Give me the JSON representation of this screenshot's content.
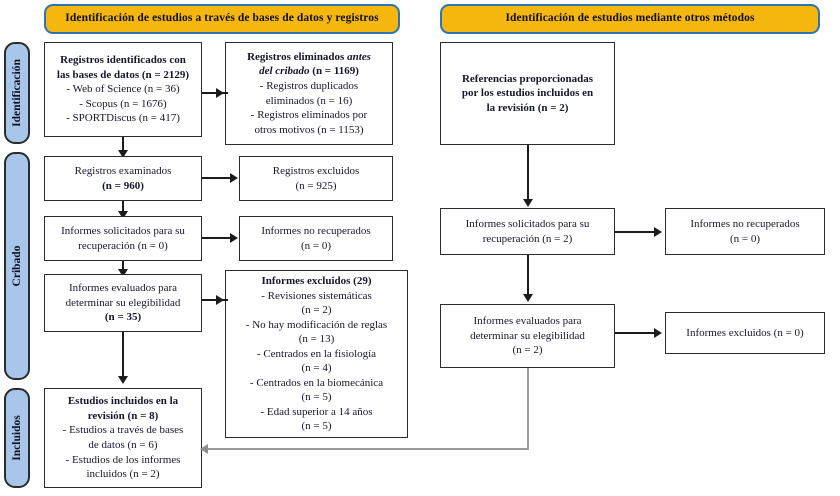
{
  "diagram": {
    "title": "Diagrama de flujo PRISMA",
    "colors": {
      "header_fill": "#f5b60d",
      "header_border": "#2e74b5",
      "stage_fill": "#a7c6ea",
      "stage_border": "#2b2b2b",
      "box_border": "#2b2b2b",
      "connector": "#1c1c1c",
      "connector_gray": "#9a9a9a"
    }
  },
  "headers": [
    {
      "id": "header-databases",
      "label": "Identificación de estudios a través de bases de datos y registros"
    },
    {
      "id": "header-other-methods",
      "label": "Identificación de estudios mediante otros métodos"
    }
  ],
  "stages": [
    {
      "id": "stage-identificacion",
      "label": "Identificación"
    },
    {
      "id": "stage-cribado",
      "label": "Cribado"
    },
    {
      "id": "stage-incluidos",
      "label": "Incluidos"
    }
  ],
  "boxes": {
    "records_identified": {
      "lines": [
        {
          "text": "Registros identificados con",
          "style": "bold"
        },
        {
          "text": "las bases de datos (n = 2129)",
          "style": "bold"
        },
        {
          "text": "- Web of Science (n = 36)",
          "style": "normal"
        },
        {
          "text": "- Scopus (n = 1676)",
          "style": "normal"
        },
        {
          "text": "- SPORTDiscus (n = 417)",
          "style": "normal"
        }
      ]
    },
    "records_removed": {
      "lines": [
        {
          "text": "Registros eliminados ",
          "style": "bold",
          "tail": "antes",
          "tail_style": "bolditalic"
        },
        {
          "text": "del cribado",
          "style": "bolditalic",
          "tail": " (n = 1169)",
          "tail_style": "bold"
        },
        {
          "text": "- Registros duplicados",
          "style": "normal"
        },
        {
          "text": "eliminados (n = 16)",
          "style": "normal"
        },
        {
          "text": "- Registros eliminados por",
          "style": "normal"
        },
        {
          "text": "otros motivos (n = 1153)",
          "style": "normal"
        }
      ]
    },
    "records_screened": {
      "lines": [
        {
          "text": "Registros examinados",
          "style": "normal"
        },
        {
          "text": "(n = 960)",
          "style": "bold"
        }
      ]
    },
    "records_excluded": {
      "lines": [
        {
          "text": "Registros excluidos",
          "style": "normal"
        },
        {
          "text": "(n = 925)",
          "style": "normal"
        }
      ]
    },
    "reports_sought": {
      "lines": [
        {
          "text": "Informes solicitados para su",
          "style": "normal"
        },
        {
          "text": "recuperación (n = 0)",
          "style": "normal",
          "bold_tail": "(n = 0)"
        }
      ]
    },
    "reports_not_retrieved": {
      "lines": [
        {
          "text": "Informes no recuperados",
          "style": "normal"
        },
        {
          "text": "(n = 0)",
          "style": "normal"
        }
      ]
    },
    "reports_assessed": {
      "lines": [
        {
          "text": "Informes evaluados para",
          "style": "normal"
        },
        {
          "text": "determinar su elegibilidad",
          "style": "normal"
        },
        {
          "text": "(n = 35)",
          "style": "bold"
        }
      ]
    },
    "reports_excluded": {
      "lines": [
        {
          "text": "Informes excluidos (29)",
          "style": "bold"
        },
        {
          "text": "- Revisiones sistemáticas",
          "style": "normal"
        },
        {
          "text": "(n = 2)",
          "style": "normal"
        },
        {
          "text": "- No hay modificación de reglas",
          "style": "normal"
        },
        {
          "text": "(n = 13)",
          "style": "normal"
        },
        {
          "text": "- Centrados en la fisiología",
          "style": "normal"
        },
        {
          "text": "(n = 4)",
          "style": "normal"
        },
        {
          "text": "- Centrados en la biomecánica",
          "style": "normal"
        },
        {
          "text": "(n = 5)",
          "style": "normal"
        },
        {
          "text": "- Edad superior a 14 años",
          "style": "normal"
        },
        {
          "text": "(n = 5)",
          "style": "normal"
        }
      ]
    },
    "studies_included": {
      "lines": [
        {
          "text": "Estudios incluidos en la",
          "style": "bold"
        },
        {
          "text": "revisión (n = 8)",
          "style": "bold"
        },
        {
          "text": "- Estudios a través de bases",
          "style": "normal"
        },
        {
          "text": "de datos (n = 6)",
          "style": "normal"
        },
        {
          "text": "- Estudios de los informes",
          "style": "normal"
        },
        {
          "text": "incluidos (n = 2)",
          "style": "normal"
        }
      ]
    },
    "references_provided": {
      "lines": [
        {
          "text": "Referencias proporcionadas",
          "style": "bold"
        },
        {
          "text": "por los estudios incluidos en",
          "style": "bold"
        },
        {
          "text": "la revisión (n = 2)",
          "style": "bold"
        }
      ]
    },
    "reports_sought_other": {
      "lines": [
        {
          "text": "Informes solicitados para su",
          "style": "normal"
        },
        {
          "text": "recuperación (n = 2)",
          "style": "normal"
        }
      ]
    },
    "reports_not_retrieved_other": {
      "lines": [
        {
          "text": "Informes no recuperados",
          "style": "normal"
        },
        {
          "text": "(n = 0)",
          "style": "normal"
        }
      ]
    },
    "reports_assessed_other": {
      "lines": [
        {
          "text": "Informes evaluados para",
          "style": "normal"
        },
        {
          "text": "determinar su elegibilidad",
          "style": "normal"
        },
        {
          "text": "(n = 2)",
          "style": "normal"
        }
      ]
    },
    "reports_excluded_other": {
      "lines": [
        {
          "text": "Informes excluidos (n = 0)",
          "style": "normal"
        }
      ]
    }
  }
}
